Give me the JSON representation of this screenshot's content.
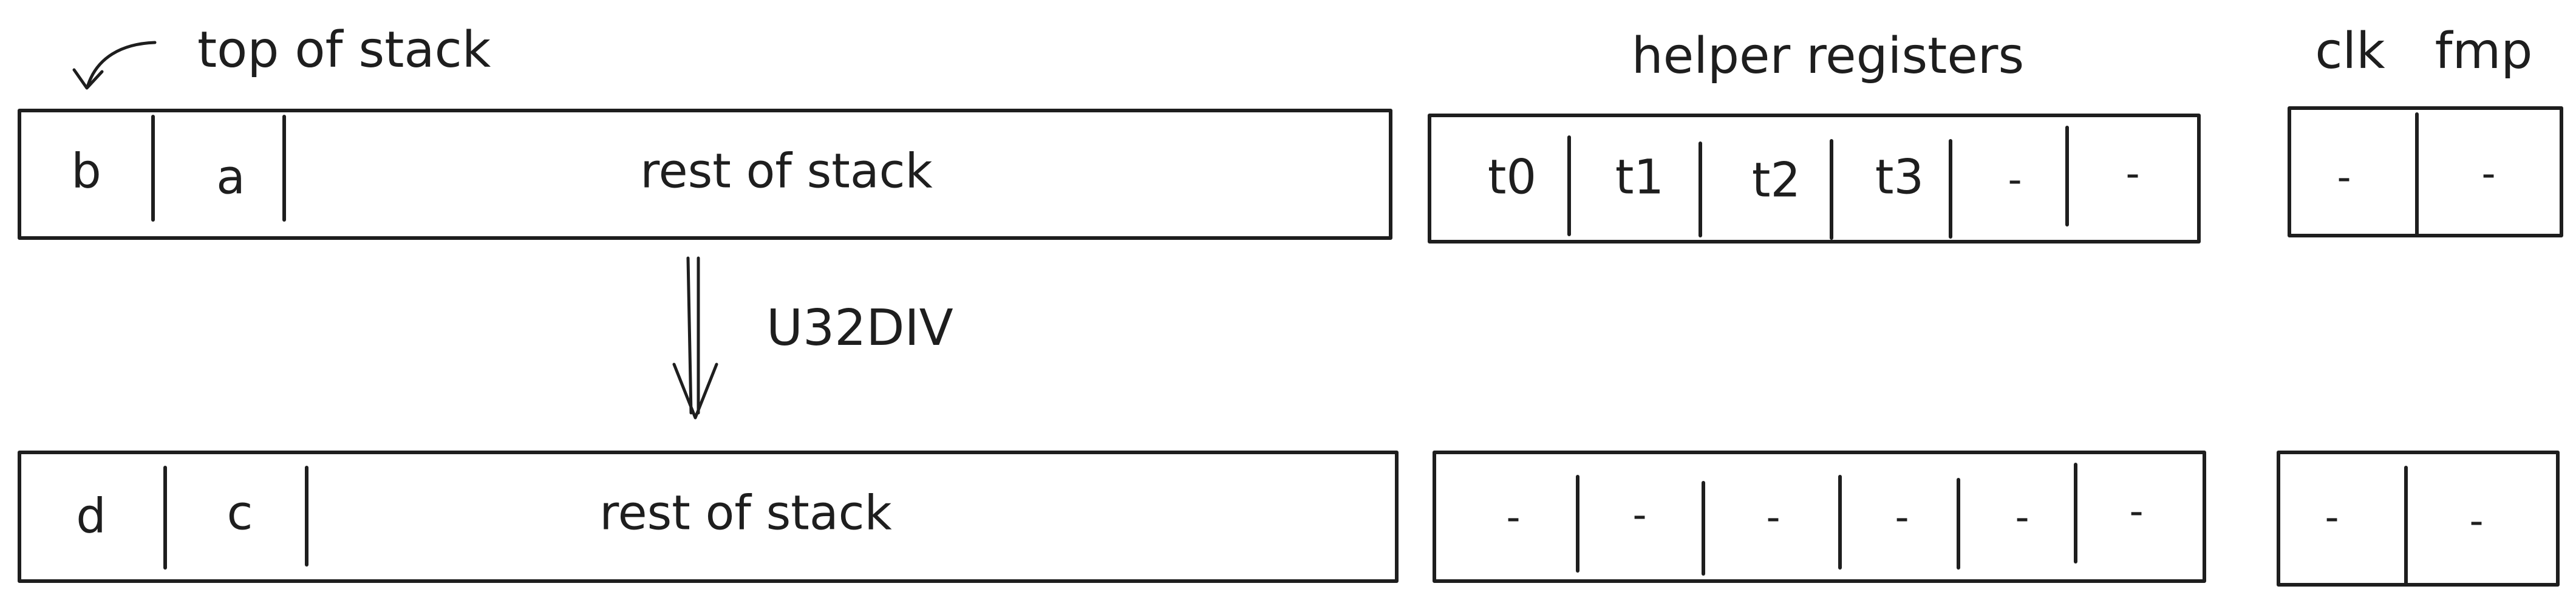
{
  "annotations": {
    "top_of_stack": "top of stack",
    "helper_registers": "helper registers",
    "clk": "clk",
    "fmp": "fmp",
    "operation": "U32DIV"
  },
  "before": {
    "stack": {
      "cells": [
        "b",
        "a"
      ],
      "rest": "rest of stack"
    },
    "helpers": [
      "t0",
      "t1",
      "t2",
      "t3",
      "-",
      "-"
    ],
    "clk_fmp": [
      "-",
      "-"
    ]
  },
  "after": {
    "stack": {
      "cells": [
        "d",
        "c"
      ],
      "rest": "rest of stack"
    },
    "helpers": [
      "-",
      "-",
      "-",
      "-",
      "-",
      "-"
    ],
    "clk_fmp": [
      "-",
      "-"
    ]
  }
}
